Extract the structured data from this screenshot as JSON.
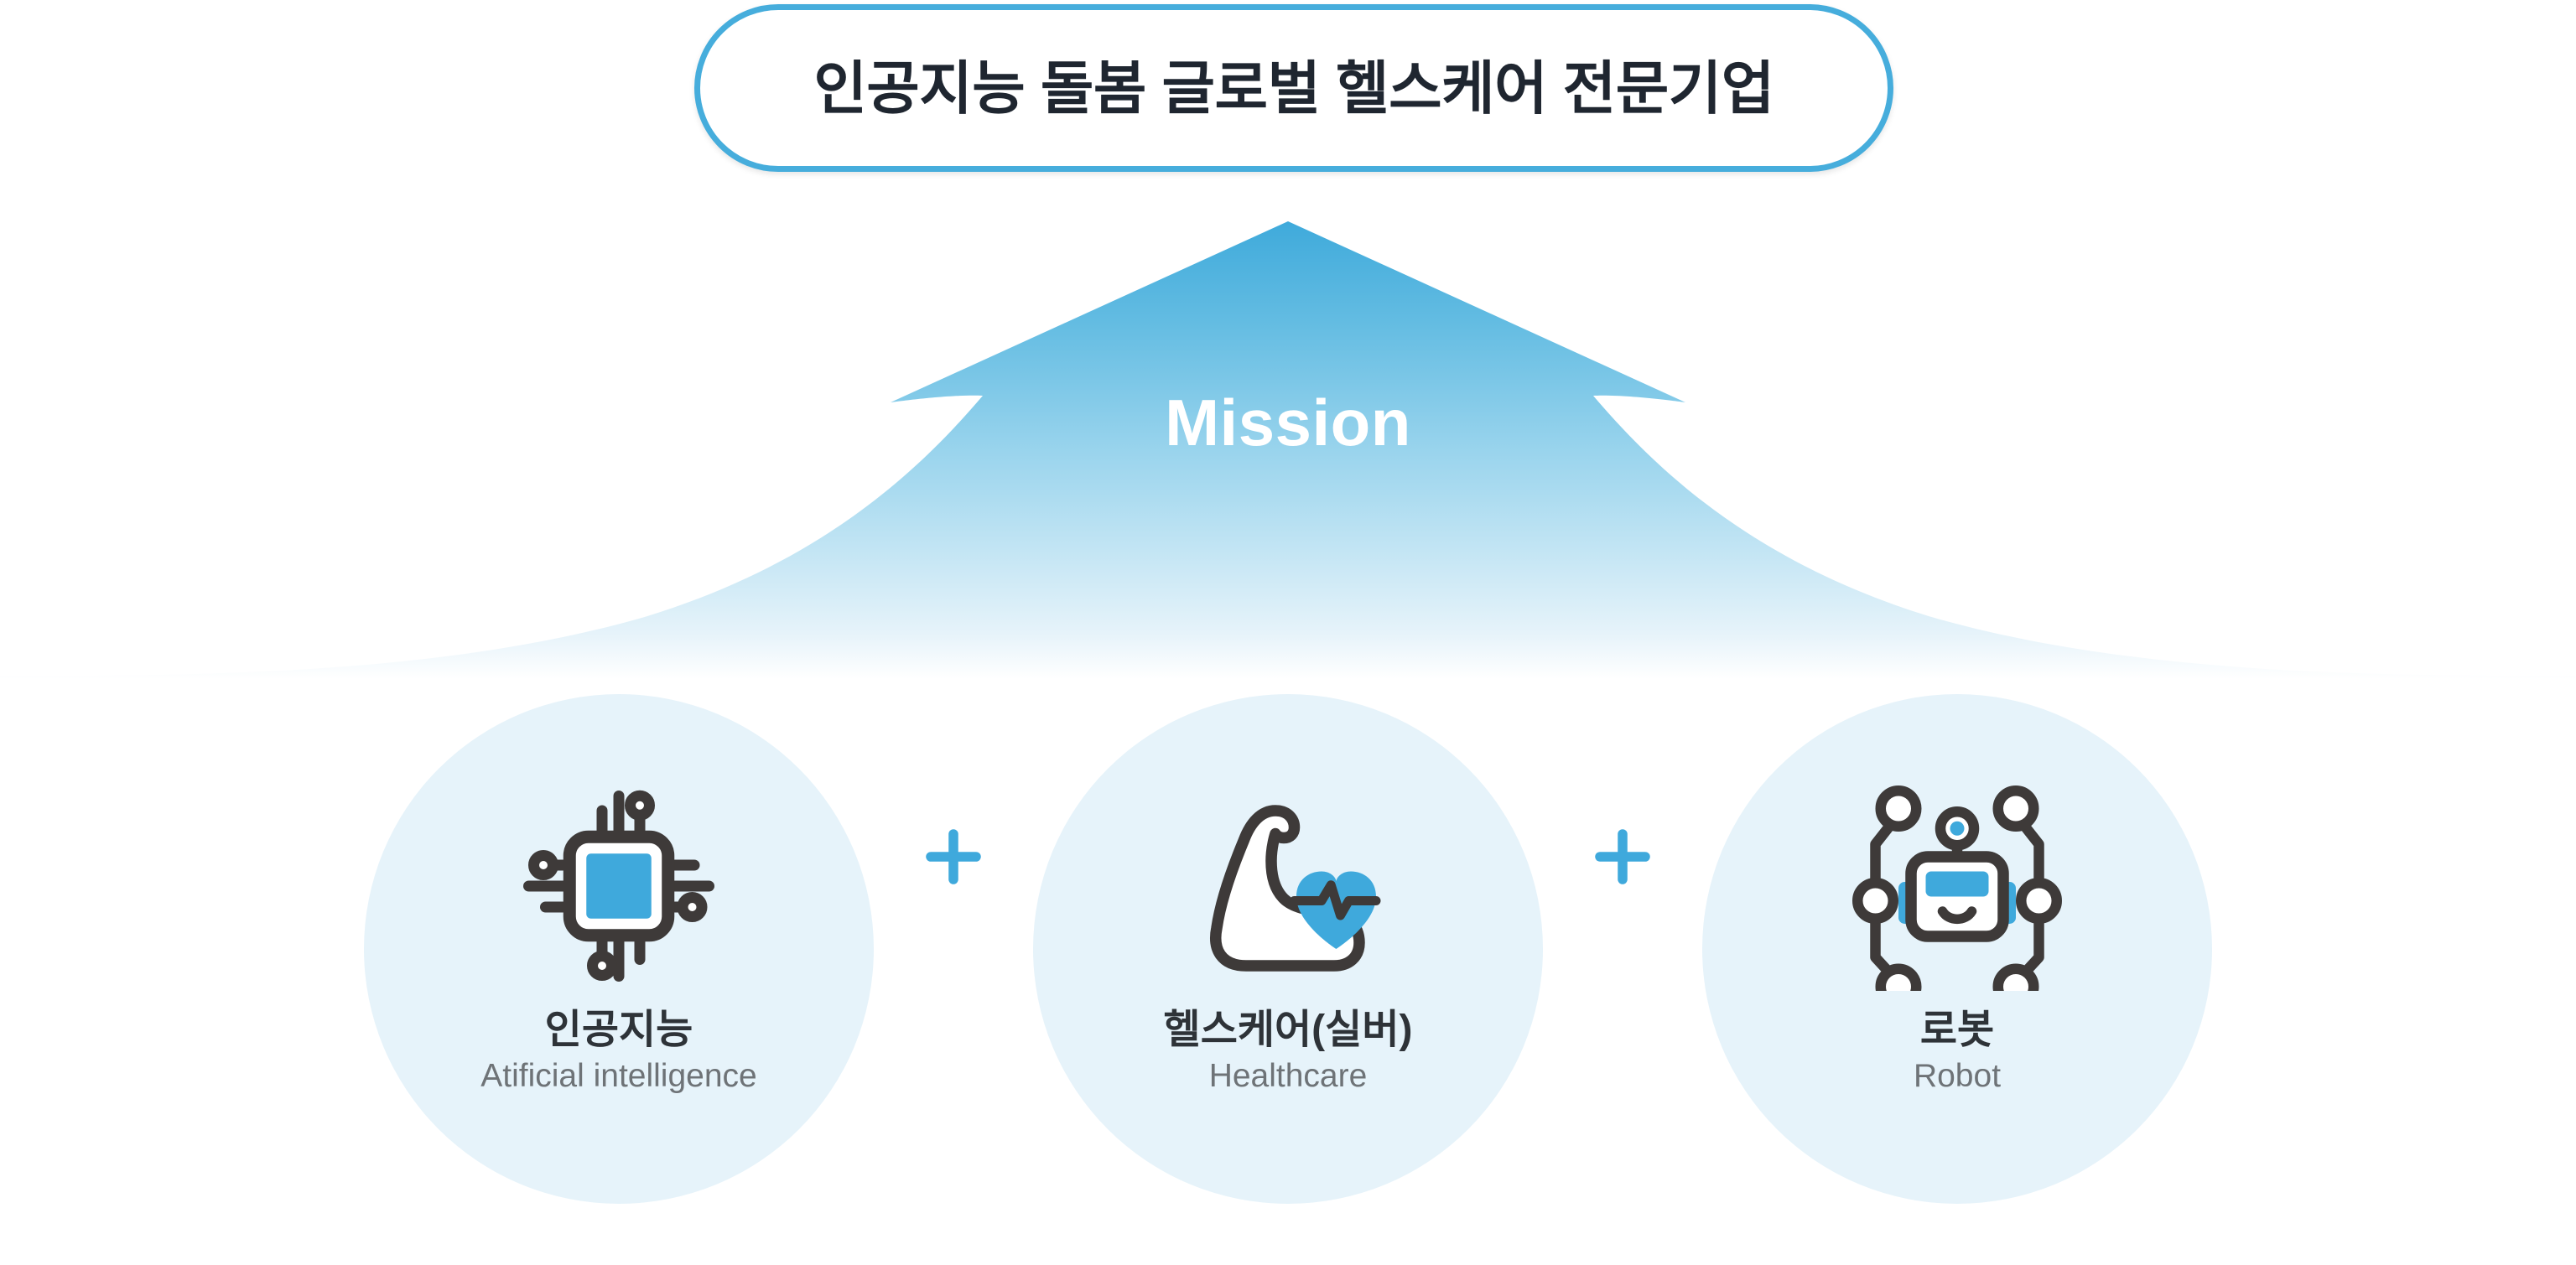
{
  "title": {
    "text": "인공지능 돌봄 글로벌 헬스케어 전문기업"
  },
  "arrow": {
    "label": "Mission",
    "gradient_top": "#43AEDC",
    "gradient_bottom": "#FFFFFF"
  },
  "theme": {
    "accent_blue": "#3FA9DC",
    "border_blue": "#46ADDC",
    "circle_bg": "#E6F3FA",
    "icon_dark": "#3E3A39",
    "title_dark": "#2E3338",
    "sub_gray": "#6E7377",
    "pill_bg": "#FFFFFF"
  },
  "separators": [
    {
      "symbol": "+",
      "name": "plus-sign"
    },
    {
      "symbol": "+",
      "name": "plus-sign"
    }
  ],
  "pillars": [
    {
      "id": "ai",
      "icon": "cpu-chip-icon",
      "title": "인공지능",
      "subtitle": "Atificial intelligence"
    },
    {
      "id": "healthcare",
      "icon": "flexed-bicep-heartbeat-icon",
      "title": "헬스케어(실버)",
      "subtitle": "Healthcare"
    },
    {
      "id": "robot",
      "icon": "robot-network-icon",
      "title": "로봇",
      "subtitle": "Robot"
    }
  ]
}
